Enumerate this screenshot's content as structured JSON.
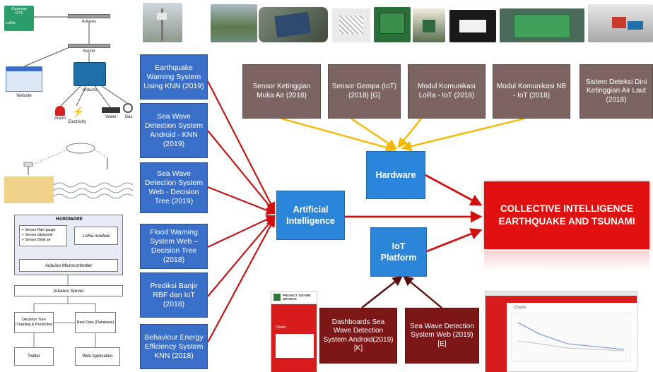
{
  "left_top_diagram": {
    "gateway": {
      "line1": "Gateway",
      "line2": "GTS"
    },
    "lora": "LoRa",
    "antares": "Antares",
    "server": "Server",
    "website": "Website",
    "arduino": "Arduino",
    "alarm": "Alarm",
    "electricity": "Electricity",
    "water": "Water",
    "gas": "Gas"
  },
  "hardware_diagram": {
    "title": "HARDWARE",
    "sensors": [
      "➢ Sensor Rain gauge",
      "➢ Sensor ultrasonik",
      "➢ Sensor Debit air"
    ],
    "lora_module": "LoRa module",
    "mcu": "Arduino Microcontroller",
    "antares": "Antares Server",
    "decision_tree": "Decision Tree (Training & Prediction",
    "raw_data": "Raw Data (Database)",
    "twitter": "Twitter",
    "web_app": "Web Application"
  },
  "left_boxes": [
    "Earthquake Warning System Using KNN (2019)",
    "Sea Wave Detection System Android - KNN (2019)",
    "Sea Wave Detection System Web - Decision Tree (2019)",
    "Flood Warning System Web – Decision Tree (2018)",
    "Prediksi Banjir RBF dan IoT (2018)",
    "Behaviour Energy Efficiency System KNN (2018)"
  ],
  "top_boxes": [
    "Sensor Ketinggian Muka Air (2018)",
    "Sensor Gempa (IoT) (2018) [G]",
    "Modul Komunikasi LoRa - IoT (2018)",
    "Modul Komunikasi NB - IoT (2018)",
    "Sistem Deteksi Dini Ketinggian Air Laut (2018)"
  ],
  "hubs": {
    "hardware": "Hardware",
    "ai": "Artificial Intelligence",
    "iot": "IoT Platform"
  },
  "target": "COLLECTIVE INTELLIGENCE EARTHQUAKE AND TSUNAMI",
  "bottom_boxes": [
    "Dashboards Sea Wave Detection System Android(2019) [K]",
    "Sea Wave Detection System Web (2019) [E]"
  ],
  "screenshot_android": {
    "title": "PROJECT SISTEM DETEKSI",
    "item": "Charts"
  },
  "screenshot_web": {
    "title": "Charts"
  },
  "colors": {
    "blue_box": "#3a6fc9",
    "brown_box": "#7b6461",
    "dark_red_box": "#7d1616",
    "hub": "#2b86d9",
    "target": "#e01010",
    "red_arrow": "#d10f0f",
    "yellow_arrow": "#f5b800",
    "dark_arrow": "#5c0d0d"
  }
}
